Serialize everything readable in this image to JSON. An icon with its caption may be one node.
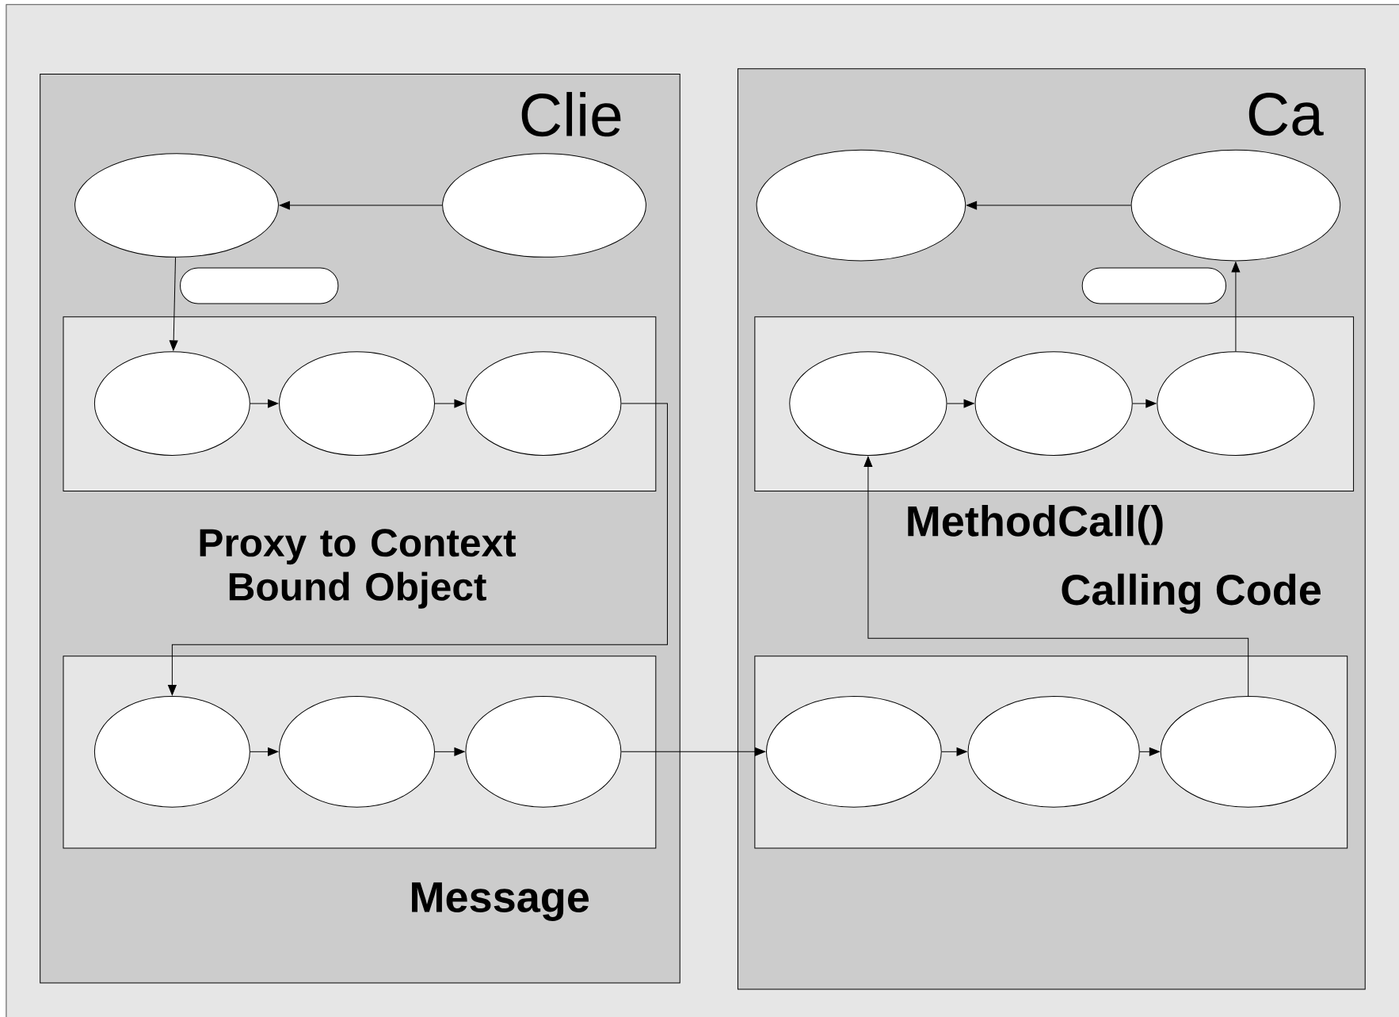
{
  "diagram": {
    "nodes": [
      {
        "text": [],
        "shape": "box"
      },
      {
        "text": [],
        "shape": "ellipse",
        "in": 0
      },
      {
        "text": [],
        "shape": "ellipse",
        "in": 0
      },
      {
        "text": [],
        "shape": "pill",
        "in": 0
      },
      {
        "text": [],
        "shape": "box",
        "in": 0
      },
      {
        "text": [],
        "shape": "ellipse",
        "in": 4
      },
      {
        "text": [],
        "shape": "ellipse",
        "in": 4
      },
      {
        "text": [],
        "shape": "ellipse",
        "in": 4
      },
      {
        "text": [],
        "shape": "box",
        "in": 0
      },
      {
        "text": [],
        "shape": "ellipse",
        "in": 8
      },
      {
        "text": [],
        "shape": "ellipse",
        "in": 8
      },
      {
        "text": [],
        "shape": "ellipse",
        "in": 8
      },
      {
        "text": [],
        "shape": "box"
      },
      {
        "text": [],
        "shape": "ellipse",
        "in": 12
      },
      {
        "text": [],
        "shape": "ellipse",
        "in": 12
      },
      {
        "text": [],
        "shape": "pill",
        "in": 12
      },
      {
        "text": [],
        "shape": "box",
        "in": 12
      },
      {
        "text": [],
        "shape": "ellipse",
        "in": 16
      },
      {
        "text": [],
        "shape": "ellipse",
        "in": 16
      },
      {
        "text": [],
        "shape": "ellipse",
        "in": 16
      },
      {
        "text": [],
        "shape": "box",
        "in": 12
      },
      {
        "text": [],
        "shape": "ellipse",
        "in": 20
      },
      {
        "text": [],
        "shape": "ellipse",
        "in": 20
      },
      {
        "text": [],
        "shape": "ellipse",
        "in": 20
      }
    ],
    "edges": [
      {
        "from": 2,
        "to": 1,
        "arrow": "to"
      },
      {
        "from": 1,
        "to": 5,
        "arrow": "to"
      },
      {
        "from": 5,
        "to": 6,
        "arrow": "to"
      },
      {
        "from": 6,
        "to": 7,
        "arrow": "to"
      },
      {
        "from": 7,
        "to": 9,
        "arrow": "to"
      },
      {
        "from": 9,
        "to": 10,
        "arrow": "to"
      },
      {
        "from": 10,
        "to": 11,
        "arrow": "to"
      },
      {
        "from": 11,
        "to": 21,
        "arrow": "to"
      },
      {
        "from": 21,
        "to": 22,
        "arrow": "to"
      },
      {
        "from": 22,
        "to": 23,
        "arrow": "to"
      },
      {
        "from": 23,
        "to": 17,
        "arrow": "to"
      },
      {
        "from": 17,
        "to": 18,
        "arrow": "to"
      },
      {
        "from": 18,
        "to": 19,
        "arrow": "to"
      },
      {
        "from": 19,
        "to": 14,
        "arrow": "to"
      },
      {
        "from": 14,
        "to": 13,
        "arrow": "to"
      }
    ],
    "labels": [
      "Clie",
      "Ca",
      "Proxy to Context Bound Object",
      "MethodCall()",
      "Calling Code",
      "Message"
    ]
  }
}
